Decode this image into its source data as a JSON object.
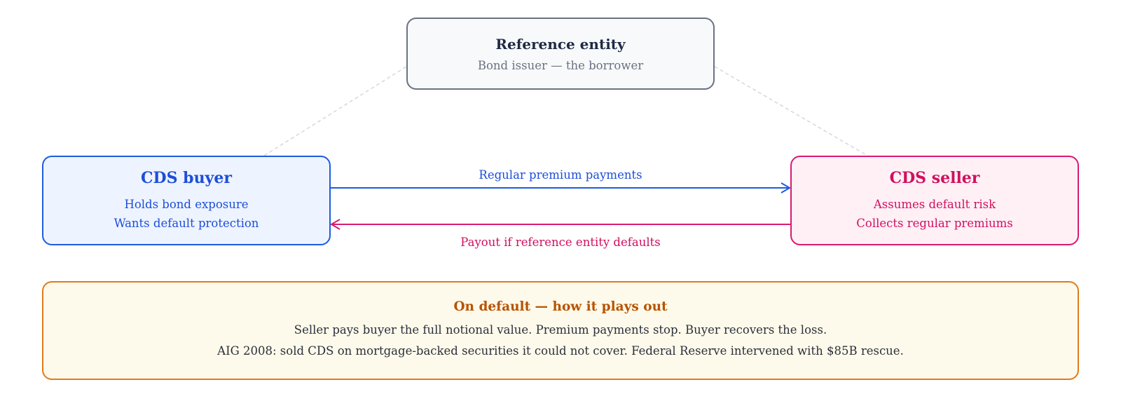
{
  "reference": {
    "title": "Reference entity",
    "subtitle": "Bond issuer — the borrower"
  },
  "buyer": {
    "title": "CDS buyer",
    "lines": [
      "Holds bond exposure",
      "Wants default protection"
    ]
  },
  "seller": {
    "title": "CDS seller",
    "lines": [
      "Assumes default risk",
      "Collects regular premiums"
    ]
  },
  "flows": {
    "premium_label": "Regular premium payments",
    "payout_label": "Payout if reference entity defaults"
  },
  "note": {
    "title": "On default — how it plays out",
    "lines": [
      "Seller pays buyer the full notional value. Premium payments stop. Buyer recovers the loss.",
      "AIG 2008: sold CDS on mortgage-backed securities it could not cover. Federal Reserve intervened with $85B rescue."
    ]
  },
  "colors": {
    "buyer": "#1d5ce0",
    "seller": "#d81b70",
    "reference": "#6b7280",
    "note": "#e07b1a",
    "connector": "#cfd5de"
  }
}
